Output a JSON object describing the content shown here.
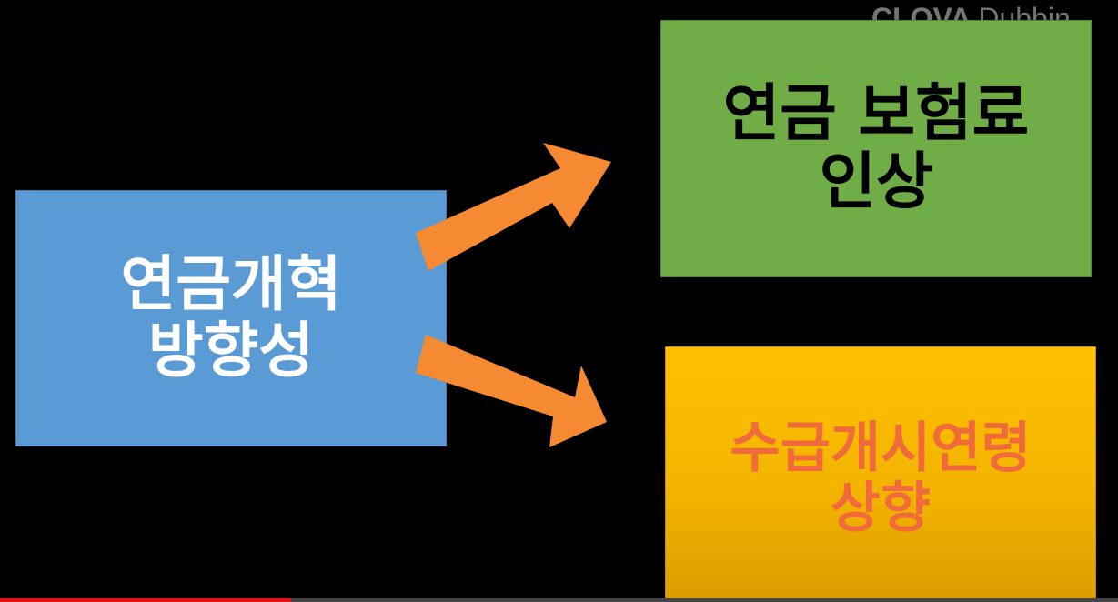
{
  "watermark": {
    "brand": "CLOVA",
    "product": "Dubbin"
  },
  "diagram": {
    "source": {
      "line1": "연금개혁",
      "line2": "방향성"
    },
    "targets": [
      {
        "line1": "연금 보험료",
        "line2": "인상"
      },
      {
        "line1": "수급개시연령",
        "line2": "상향"
      }
    ]
  },
  "colors": {
    "source_box": "#5b9bd5",
    "premium_box": "#70ad47",
    "age_box": "#ffc000",
    "arrow": "#f58a32",
    "age_text": "#f06a3b"
  },
  "video_progress": 0.26
}
